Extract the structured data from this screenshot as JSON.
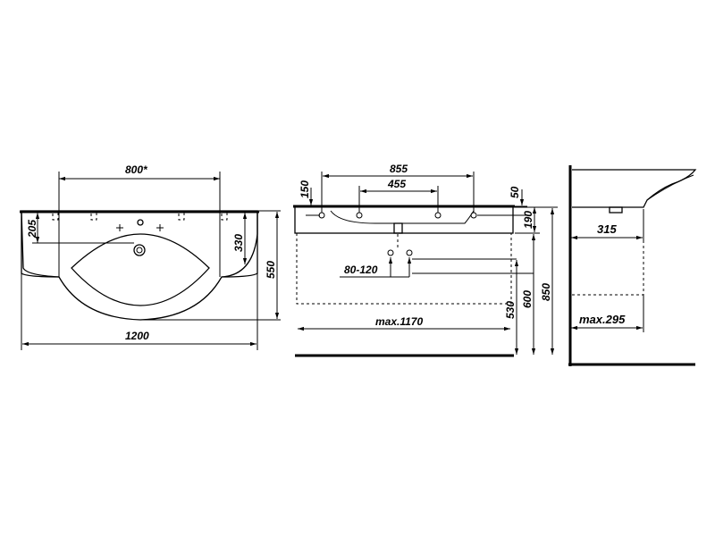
{
  "front_view": {
    "width_top": "800*",
    "depth_205": "205",
    "depth_330": "330",
    "depth_550": "550",
    "overall_width": "1200"
  },
  "side_elevation": {
    "width_855": "855",
    "width_455": "455",
    "dim_150": "150",
    "dim_50": "50",
    "dim_190": "190",
    "dim_80_120": "80-120",
    "max_width": "max.1170",
    "height_530": "530",
    "height_600": "600",
    "height_850": "850"
  },
  "profile_view": {
    "depth_315": "315",
    "max_depth": "max.295"
  }
}
